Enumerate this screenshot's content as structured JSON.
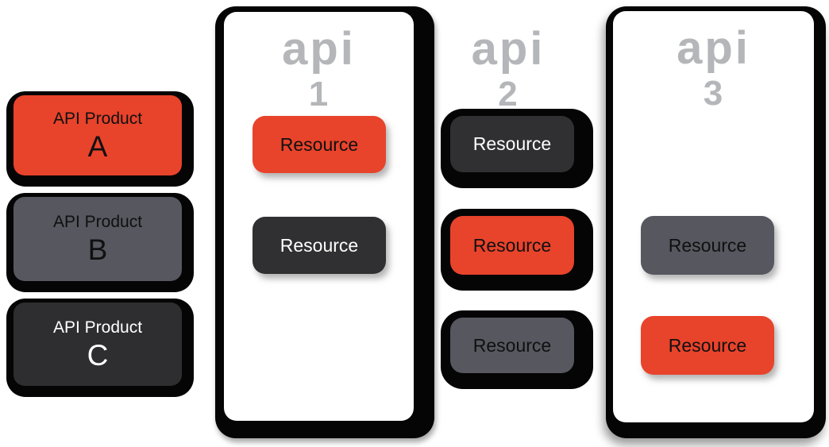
{
  "colors": {
    "sticker_black": "#050506",
    "api_label": "#b4b6b9",
    "panel_white": "#ffffff",
    "red": "#e8432b",
    "gray": "#56575f",
    "charcoal": "#2e2e30"
  },
  "product_stack": [
    {
      "title": "API Product",
      "letter": "A",
      "fill": "#e8432b",
      "text_color": "#101010"
    },
    {
      "title": "API Product",
      "letter": "B",
      "fill": "#56575f",
      "text_color": "#101010"
    },
    {
      "title": "API Product",
      "letter": "C",
      "fill": "#2e2e30",
      "text_color": "#ffffff"
    }
  ],
  "api1": {
    "label": "api",
    "number": "1",
    "resources": [
      {
        "label": "Resource",
        "fill": "#e8432b",
        "text_color": "#101010"
      },
      {
        "label": "Resource",
        "fill": "#303032",
        "text_color": "#ffffff"
      }
    ]
  },
  "api2": {
    "label": "api",
    "number": "2",
    "resources": [
      {
        "label": "Resource",
        "fill": "#303032",
        "text_color": "#ffffff"
      },
      {
        "label": "Resource",
        "fill": "#e8432b",
        "text_color": "#101010"
      },
      {
        "label": "Resource",
        "fill": "#56575f",
        "text_color": "#101010"
      }
    ]
  },
  "api3": {
    "label": "api",
    "number": "3",
    "resources": [
      {
        "label": "Resource",
        "fill": "#56575f",
        "text_color": "#101010"
      },
      {
        "label": "Resource",
        "fill": "#e8432b",
        "text_color": "#101010"
      }
    ]
  }
}
